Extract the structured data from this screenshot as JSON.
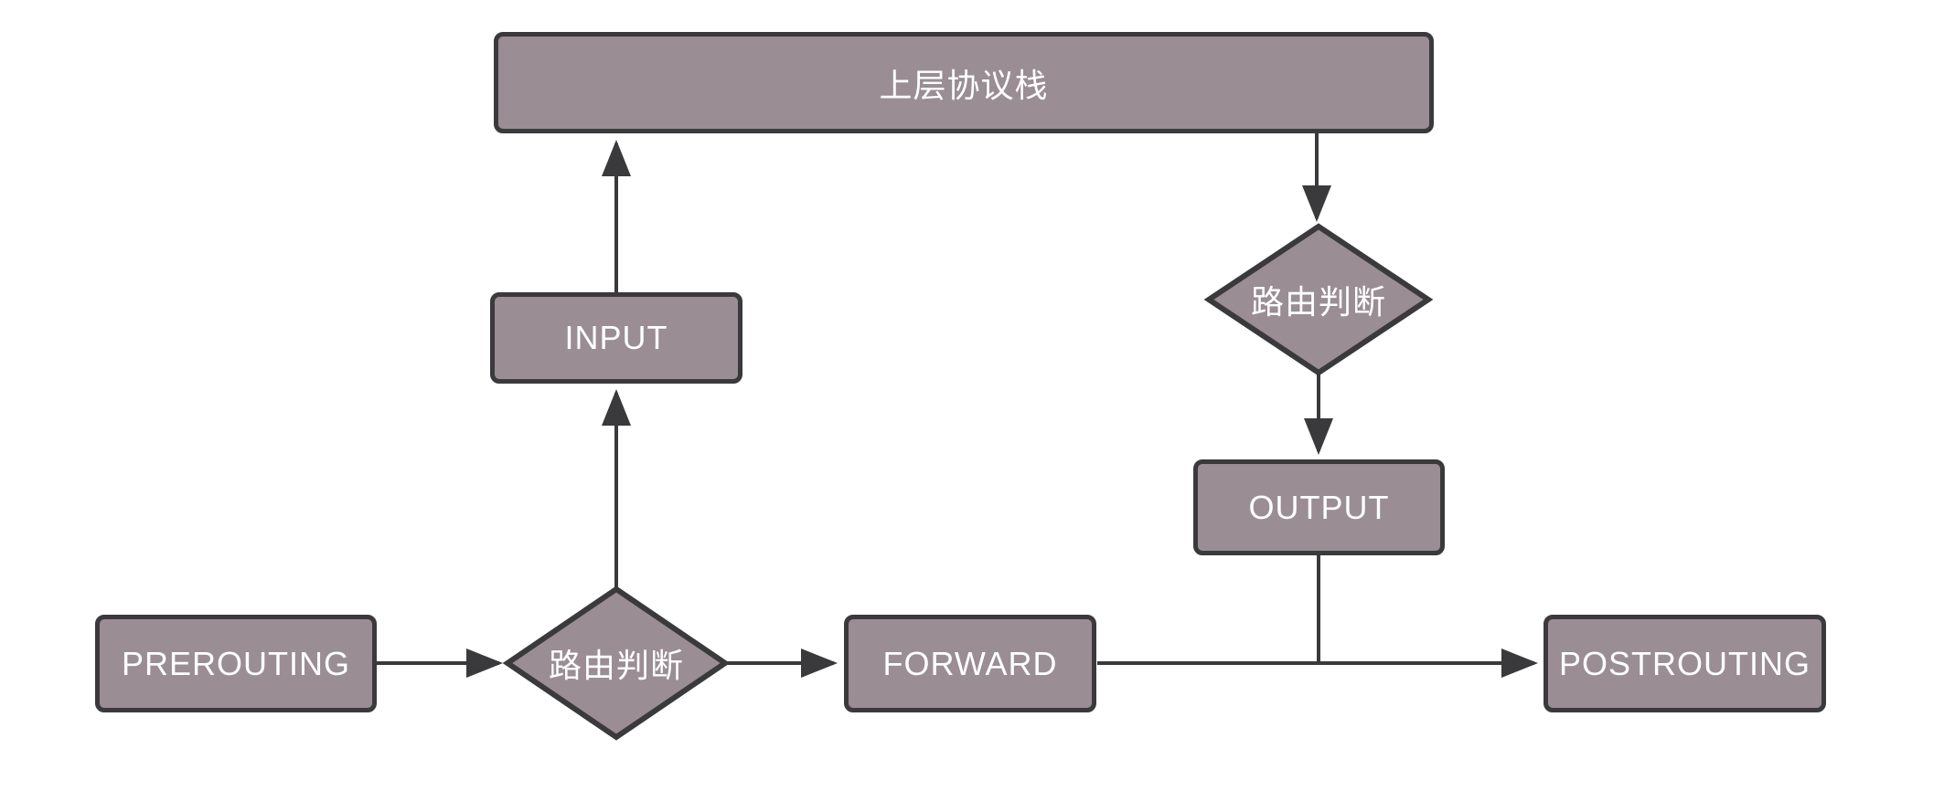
{
  "diagram": {
    "type": "flowchart",
    "nodes": {
      "upper_stack": {
        "label": "上层协议栈",
        "shape": "rect"
      },
      "input": {
        "label": "INPUT",
        "shape": "rect"
      },
      "routing_left": {
        "label": "路由判断",
        "shape": "diamond"
      },
      "routing_right": {
        "label": "路由判断",
        "shape": "diamond"
      },
      "output": {
        "label": "OUTPUT",
        "shape": "rect"
      },
      "prerouting": {
        "label": "PREROUTING",
        "shape": "rect"
      },
      "forward": {
        "label": "FORWARD",
        "shape": "rect"
      },
      "postrouting": {
        "label": "POSTROUTING",
        "shape": "rect"
      }
    },
    "edges": [
      {
        "from": "prerouting",
        "to": "routing_left",
        "arrow": true
      },
      {
        "from": "routing_left",
        "to": "input",
        "arrow": true
      },
      {
        "from": "input",
        "to": "upper_stack",
        "arrow": true
      },
      {
        "from": "upper_stack",
        "to": "routing_right",
        "arrow": true
      },
      {
        "from": "routing_right",
        "to": "output",
        "arrow": true
      },
      {
        "from": "routing_left",
        "to": "forward",
        "arrow": true
      },
      {
        "from": "output",
        "to": "postrouting",
        "arrow": false
      },
      {
        "from": "forward",
        "to": "postrouting",
        "arrow": true
      }
    ],
    "colors": {
      "node_fill": "#9a8d94",
      "node_border": "#3a3a3c",
      "line": "#3a3a3c",
      "text": "#ffffff",
      "background": "#ffffff"
    }
  }
}
